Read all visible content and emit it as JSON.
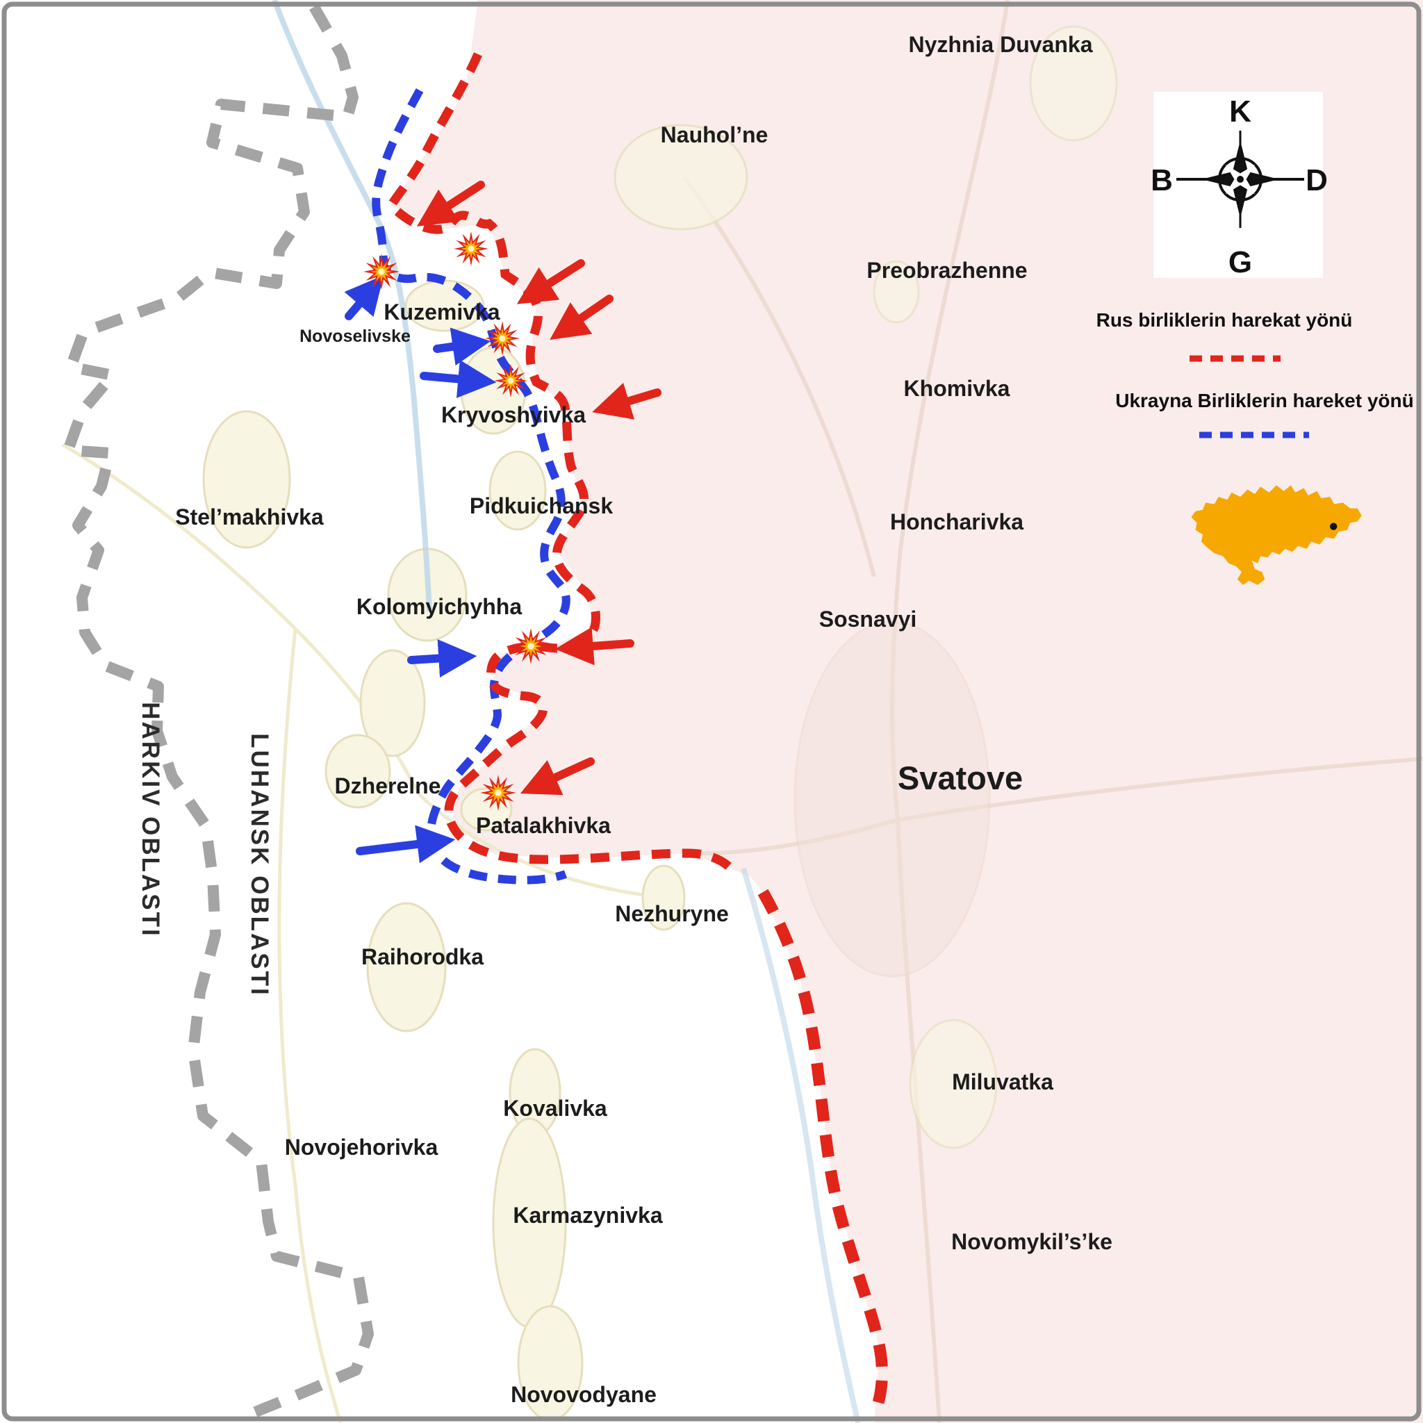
{
  "map": {
    "places": [
      {
        "name": "Nyzhnia Duvanka"
      },
      {
        "name": "Nauhol’ne"
      },
      {
        "name": "Preobrazhenne"
      },
      {
        "name": "Khomivka"
      },
      {
        "name": "Honcharivka"
      },
      {
        "name": "Sosnavyi"
      },
      {
        "name": "Svatove"
      },
      {
        "name": "Miluvatka"
      },
      {
        "name": "Novomykil’s’ke"
      },
      {
        "name": "Kuzemivka"
      },
      {
        "name": "Novoselivske"
      },
      {
        "name": "Kryvoshyivka"
      },
      {
        "name": "Pidkuichansk"
      },
      {
        "name": "Stel’makhivka"
      },
      {
        "name": "Kolomyichyhha"
      },
      {
        "name": "Dzherelne"
      },
      {
        "name": "Patalakhivka"
      },
      {
        "name": "Nezhuryne"
      },
      {
        "name": "Raihorodka"
      },
      {
        "name": "Kovalivka"
      },
      {
        "name": "Novojehorivka"
      },
      {
        "name": "Karmazynivka"
      },
      {
        "name": "Novovodyane"
      }
    ],
    "regions": {
      "left_vertical": "HARKIV  OBLASTI",
      "right_vertical": "LUHANSK OBLASTI"
    }
  },
  "legend": {
    "russian_label": "Rus birliklerin harekat yönü",
    "ukrainian_label": "Ukrayna Birliklerin hareket yönü"
  },
  "compass": {
    "north": "K",
    "west": "B",
    "east": "D",
    "south": "G"
  },
  "colors": {
    "russian_line": "#e1251b",
    "ukrainian_line": "#2b3fe0",
    "occupied_fill": "#f9eceb",
    "settlement_fill": "#f8f5e2",
    "settlement_stroke": "#e6debc",
    "boundary_gray": "#a4a4a4",
    "river_blue": "#bcd6e8",
    "ukraine_silhouette": "#f6a800"
  }
}
